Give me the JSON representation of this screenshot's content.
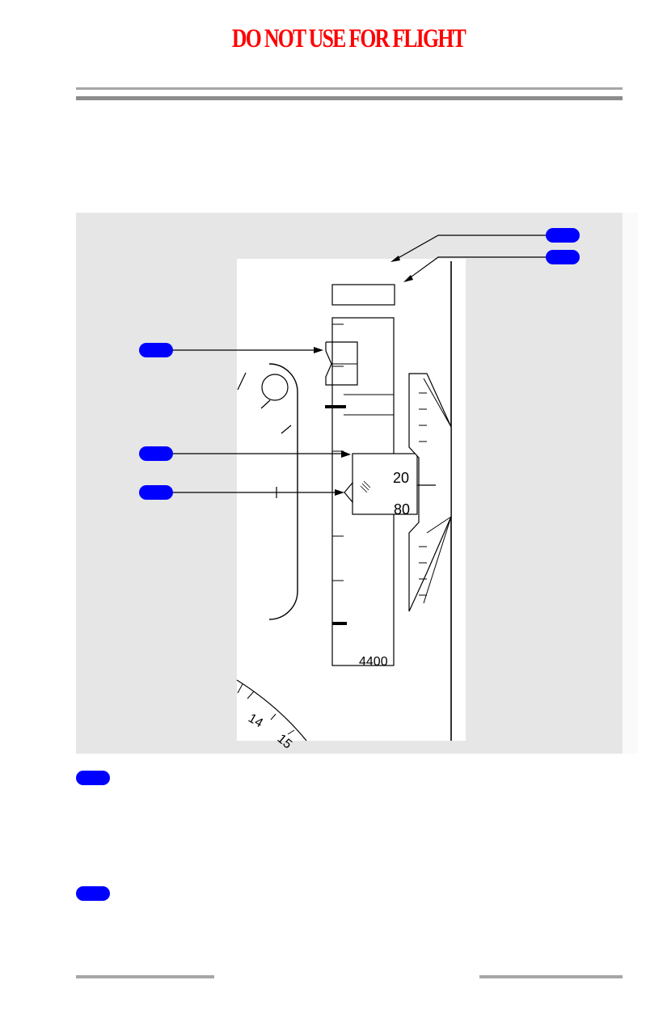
{
  "header": {
    "warning_text": "DO NOT USE FOR FLIGHT",
    "warning_color": "#ff0000",
    "rule_color": "#a6a6a6"
  },
  "figure": {
    "background": "#e6e6e6",
    "display_background": "#ffffff",
    "line_color": "#000000",
    "vertical_speed_readout": "20",
    "ground_speed_readout": "80",
    "altitude_label": "4400",
    "compass_labels": [
      "14",
      "15"
    ]
  },
  "callouts": {
    "color": "#0000ff",
    "count": 5
  },
  "notes": {
    "marker_color": "#0000ff",
    "count": 2
  },
  "footer": {
    "rule_color": "#a6a6a6"
  }
}
